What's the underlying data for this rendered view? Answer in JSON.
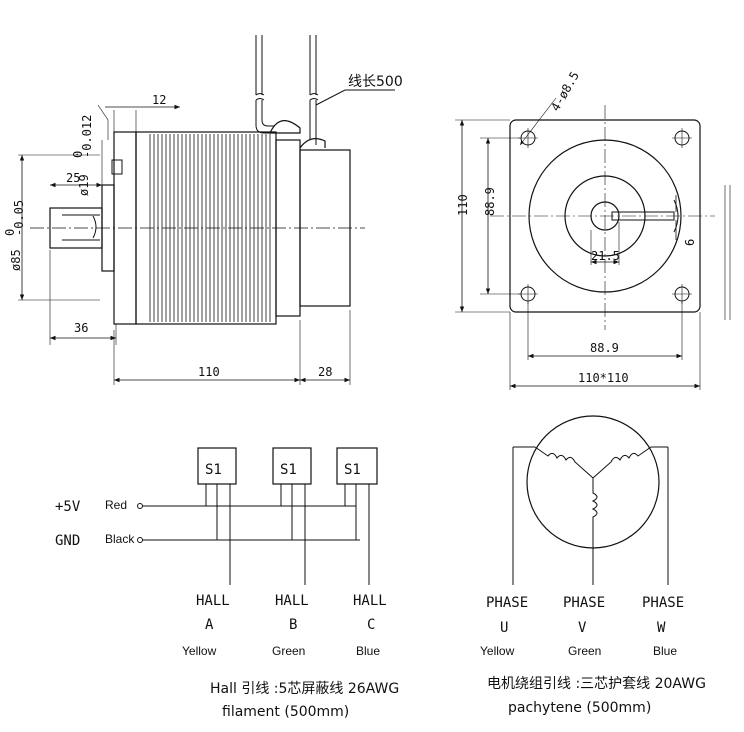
{
  "side_view": {
    "lead_length": "线长500",
    "dim_shaft_dia": "ø19",
    "dim_shaft_tol_upper": "0",
    "dim_shaft_tol_lower": "-0.012",
    "dim_flange_thickness": "12",
    "dim_key_length": "25",
    "dim_pilot_dia": "ø85",
    "dim_pilot_tol_upper": "0",
    "dim_pilot_tol_lower": "-0.05",
    "dim_shaft_length": "36",
    "dim_body_length": "110",
    "dim_rear_length": "28"
  },
  "front_view": {
    "dim_holes": "4-ø8.5",
    "dim_flange": "110",
    "dim_bolt_pitch_v": "88.9",
    "dim_shaft_flat": "21.5",
    "dim_key_width": "6",
    "dim_bolt_pitch_h": "88.9",
    "dim_overall": "110*110"
  },
  "hall_wiring": {
    "sensors": [
      "S1",
      "S1",
      "S1"
    ],
    "supply_pos": "+5V",
    "supply_pos_color": "Red",
    "supply_gnd": "GND",
    "supply_gnd_color": "Black",
    "outputs": [
      {
        "name": "HALL",
        "letter": "A",
        "color": "Yellow"
      },
      {
        "name": "HALL",
        "letter": "B",
        "color": "Green"
      },
      {
        "name": "HALL",
        "letter": "C",
        "color": "Blue"
      }
    ],
    "note_line1": "Hall 引线 :5芯屏蔽线 26AWG",
    "note_line2": "filament (500mm)"
  },
  "phase_wiring": {
    "outputs": [
      {
        "name": "PHASE",
        "letter": "U",
        "color": "Yellow"
      },
      {
        "name": "PHASE",
        "letter": "V",
        "color": "Green"
      },
      {
        "name": "PHASE",
        "letter": "W",
        "color": "Blue"
      }
    ],
    "note_line1": "电机绕组引线 :三芯护套线 20AWG",
    "note_line2": "pachytene (500mm)"
  }
}
